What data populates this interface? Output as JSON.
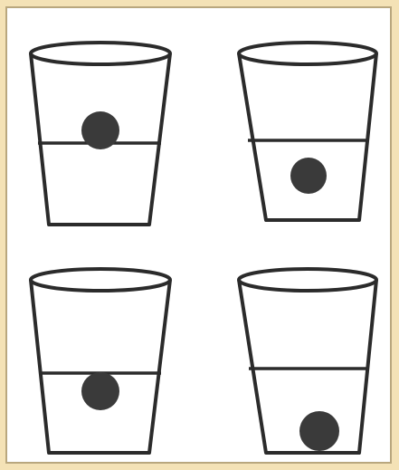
{
  "figure": {
    "description_colors": {
      "background": "#f4e2b6",
      "panel": "#ffffff",
      "stroke": "#2b2b2b",
      "ball": "#3a3a3a"
    },
    "cups": [
      {
        "name": "cup-top-left",
        "ball_position": "at-water-surface"
      },
      {
        "name": "cup-top-right",
        "ball_position": "suspended-in-water"
      },
      {
        "name": "cup-bottom-left",
        "ball_position": "below-surface"
      },
      {
        "name": "cup-bottom-right",
        "ball_position": "at-bottom"
      }
    ]
  }
}
